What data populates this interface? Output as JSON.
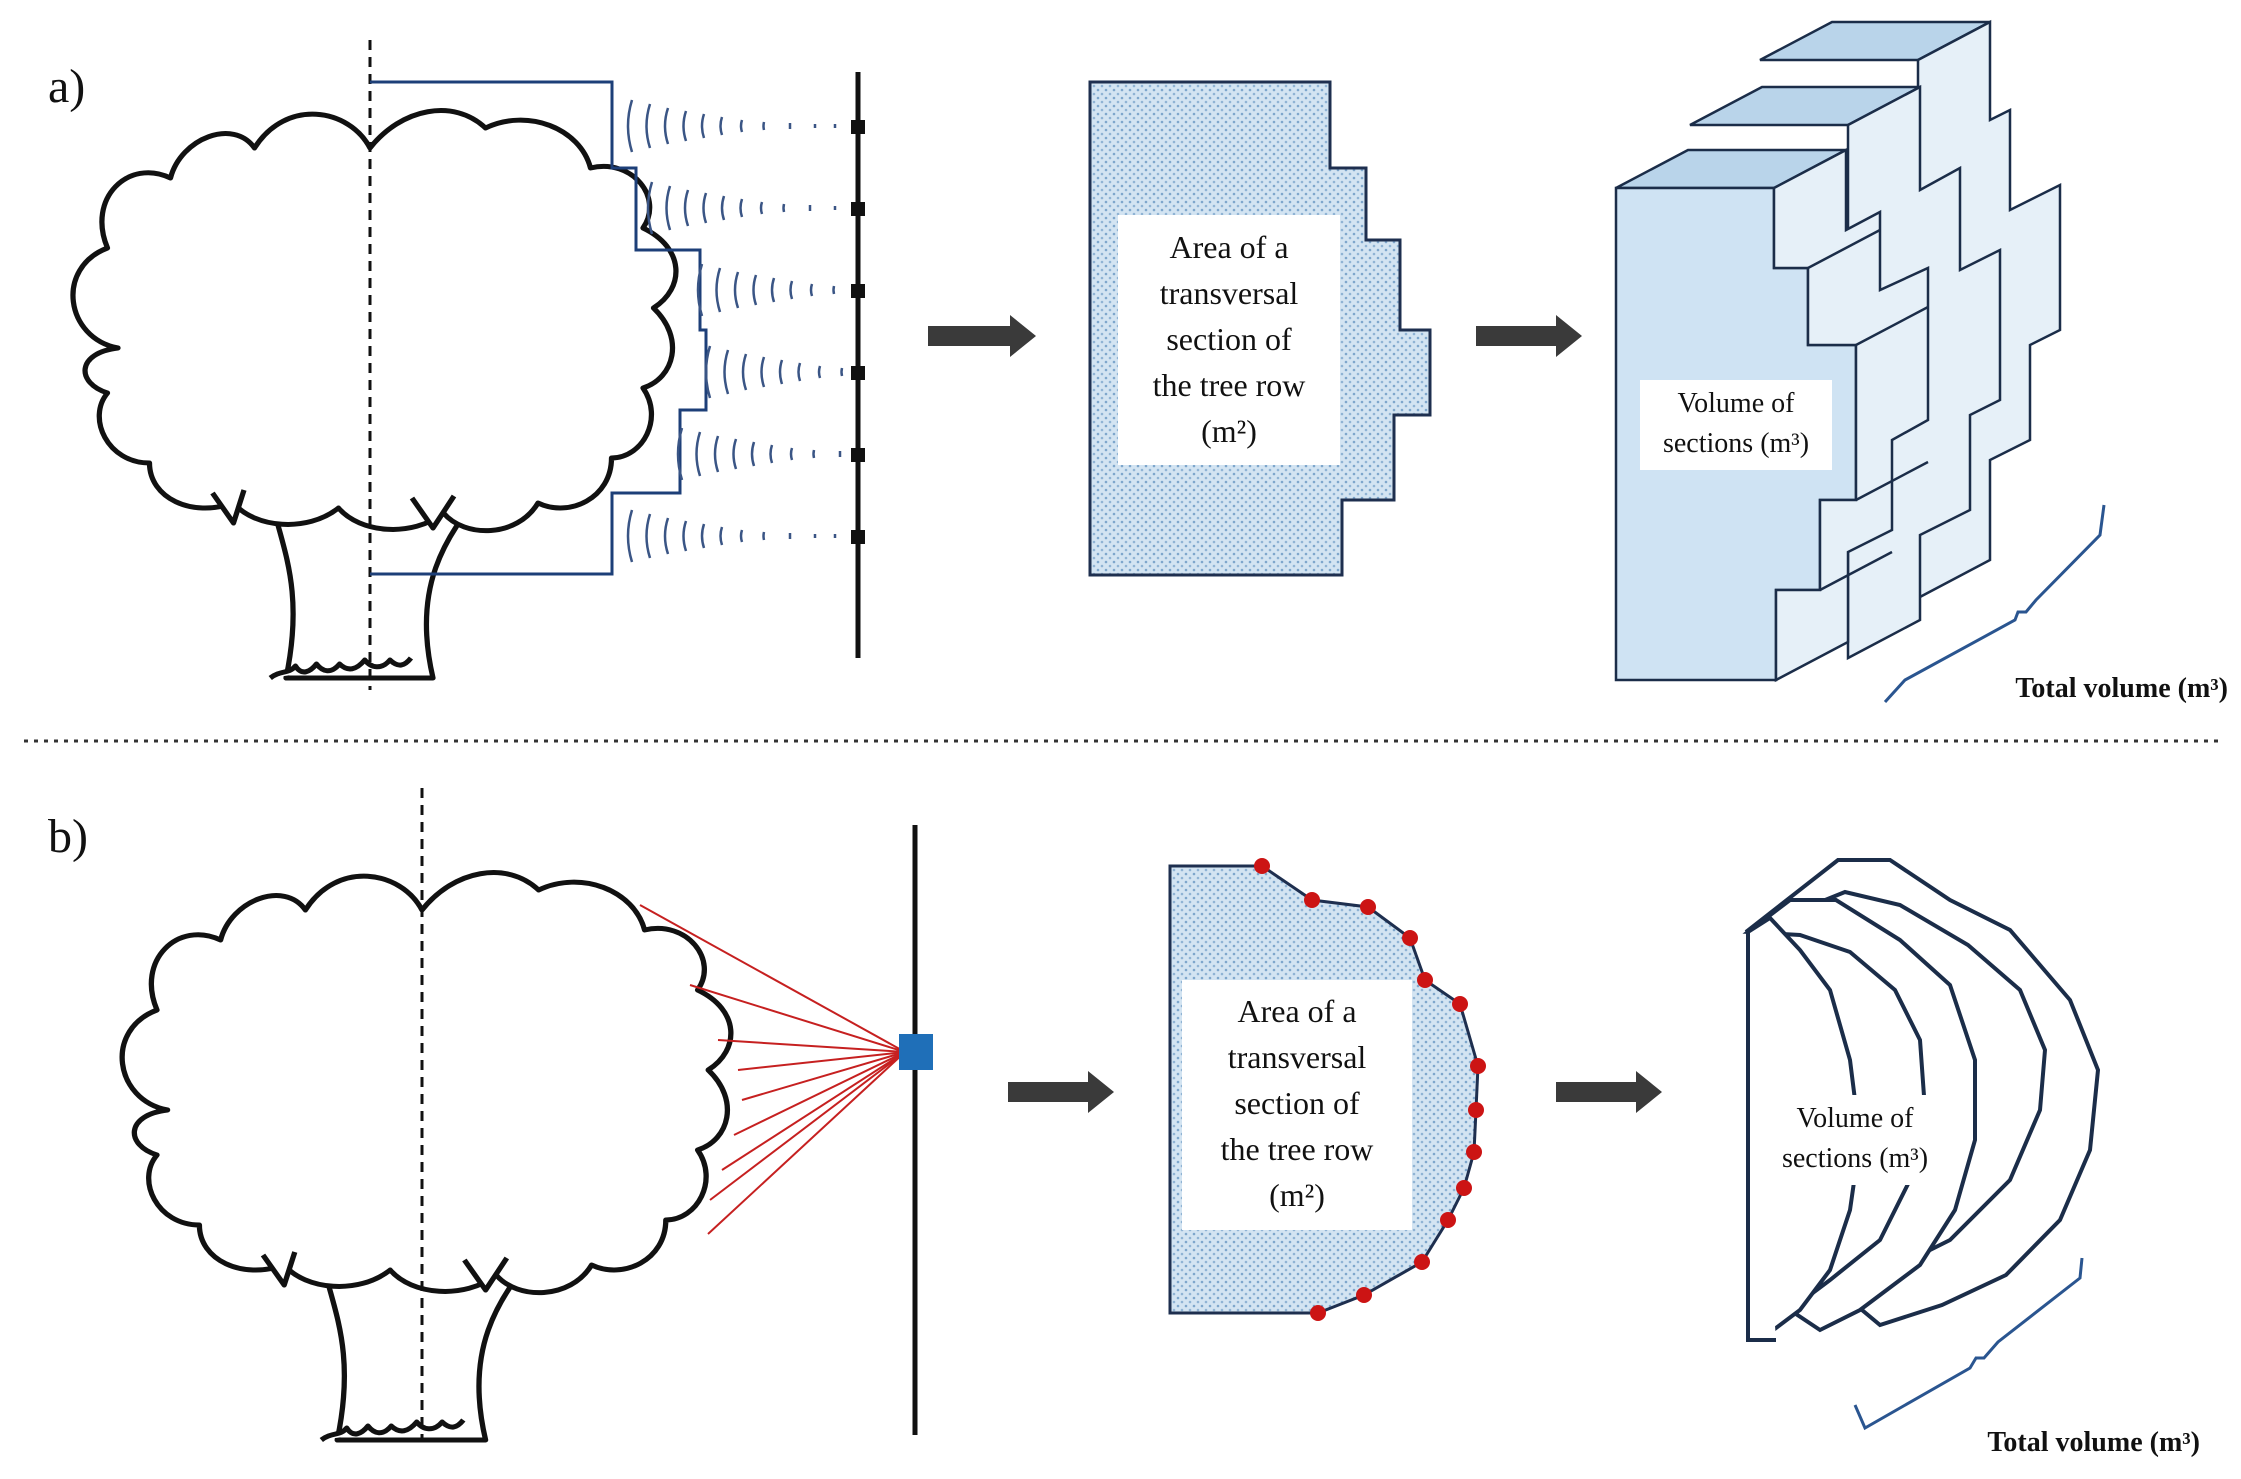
{
  "panels": [
    {
      "label": "a)",
      "area_text": [
        "Area of a",
        "transversal",
        "section of",
        "the tree row",
        "(m²)"
      ],
      "volume_text": [
        "Volume of",
        "sections (m³)"
      ],
      "total_text": "Total volume (m³)"
    },
    {
      "label": "b)",
      "area_text": [
        "Area of a",
        "transversal",
        "section of",
        "the tree row",
        "(m²)"
      ],
      "volume_text": [
        "Volume of",
        "sections (m³)"
      ],
      "total_text": "Total volume (m³)"
    }
  ],
  "colors": {
    "section_fill": "#cfe3f3",
    "laser": "#c62020",
    "points": "#cc1414",
    "lidar_sensor": "#1f6fb8",
    "profile_line": "#1d3f78"
  },
  "icons": {
    "ultrasonic_sensor": "ultrasonic-sensor-icon",
    "lidar_sensor": "lidar-sensor-icon",
    "tree": "tree-icon",
    "arrow": "arrow-right-icon"
  }
}
